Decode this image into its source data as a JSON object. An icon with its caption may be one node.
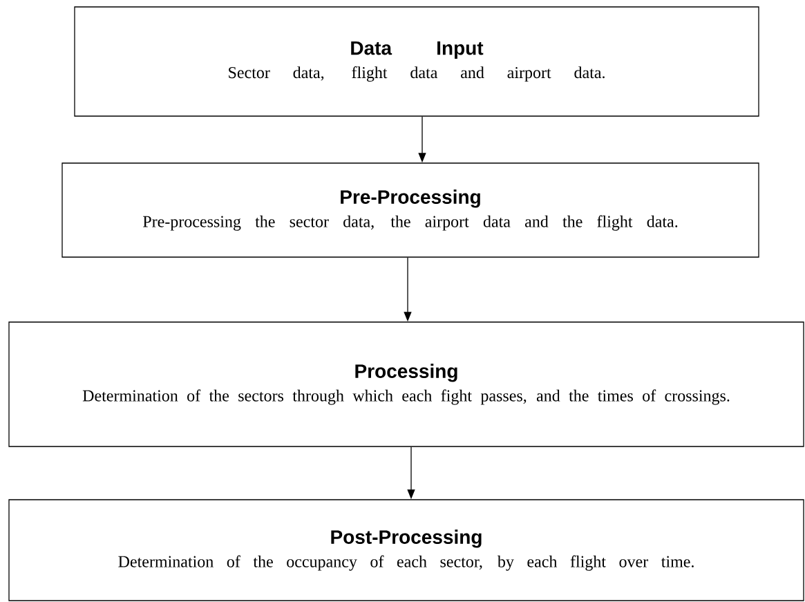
{
  "diagram": {
    "nodes": [
      {
        "text": [
          "Data Input",
          "Sector data, flight data and airport data."
        ]
      },
      {
        "text": [
          "Pre-Processing",
          "Pre-processing the sector data, the airport data and the flight data."
        ]
      },
      {
        "text": [
          "Processing",
          "Determination of the sectors through which each fight passes, and the times of crossings."
        ]
      },
      {
        "text": [
          "Post-Processing",
          "Determination of the occupancy of each sector, by each flight over time."
        ]
      }
    ],
    "edges": [
      {
        "from": 0,
        "to": 1,
        "arrow": "to"
      },
      {
        "from": 1,
        "to": 2,
        "arrow": "to"
      },
      {
        "from": 2,
        "to": 3,
        "arrow": "to"
      }
    ]
  }
}
